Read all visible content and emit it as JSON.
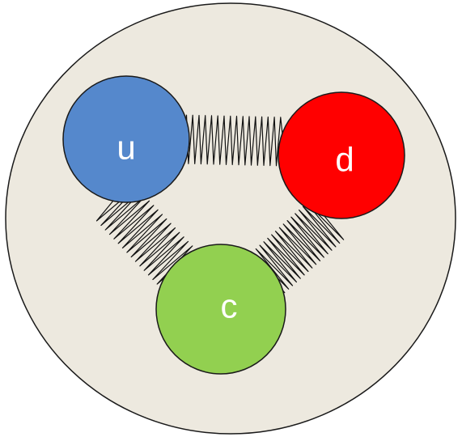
{
  "colors": {
    "background": "#ffffff",
    "hadron_fill": "#ede9df",
    "outline": "#1a1a1a",
    "gluon_spring": "#111111",
    "label": "#ffffff"
  },
  "quarks": [
    {
      "id": "up",
      "label": "u",
      "color": "#5588cc",
      "icon": "blue-quark-circle"
    },
    {
      "id": "down",
      "label": "d",
      "color": "#ff0000",
      "icon": "red-quark-circle"
    },
    {
      "id": "charm",
      "label": "c",
      "color": "#92d050",
      "icon": "green-quark-circle"
    }
  ],
  "gluon_springs": [
    {
      "id": "u-d",
      "from": "u",
      "to": "d",
      "icon": "spring-icon"
    },
    {
      "id": "u-c",
      "from": "u",
      "to": "c",
      "icon": "spring-icon"
    },
    {
      "id": "d-c",
      "from": "d",
      "to": "c",
      "icon": "spring-icon"
    }
  ]
}
